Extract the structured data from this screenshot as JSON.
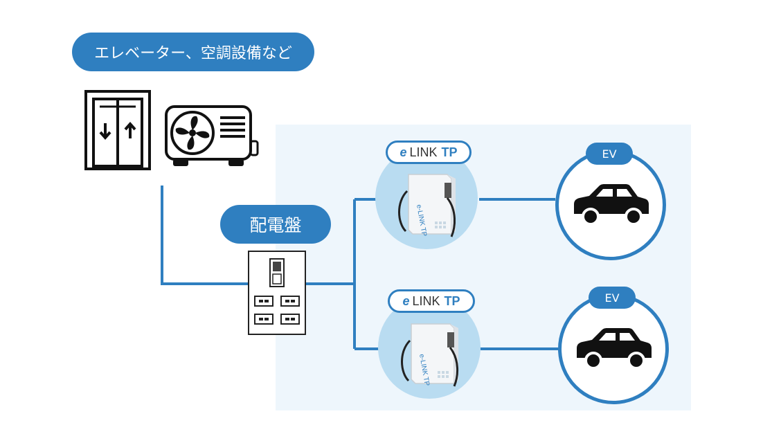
{
  "labels": {
    "equipment": "エレベーター、空調設備など",
    "distribution_board": "配電盤"
  },
  "chargers": [
    {
      "brand_prefix": "e",
      "brand_main": "LINK",
      "brand_suffix": "TP"
    },
    {
      "brand_prefix": "e",
      "brand_main": "LINK",
      "brand_suffix": "TP"
    }
  ],
  "vehicles": [
    {
      "label": "EV"
    },
    {
      "label": "EV"
    }
  ],
  "colors": {
    "accent": "#2f7fc0",
    "charger_bg": "#b9dcf1",
    "panel_bg": "#eef6fc"
  },
  "icons": [
    "elevator-icon",
    "air-conditioner-icon",
    "distribution-board-icon",
    "ev-charger-icon",
    "car-icon"
  ]
}
